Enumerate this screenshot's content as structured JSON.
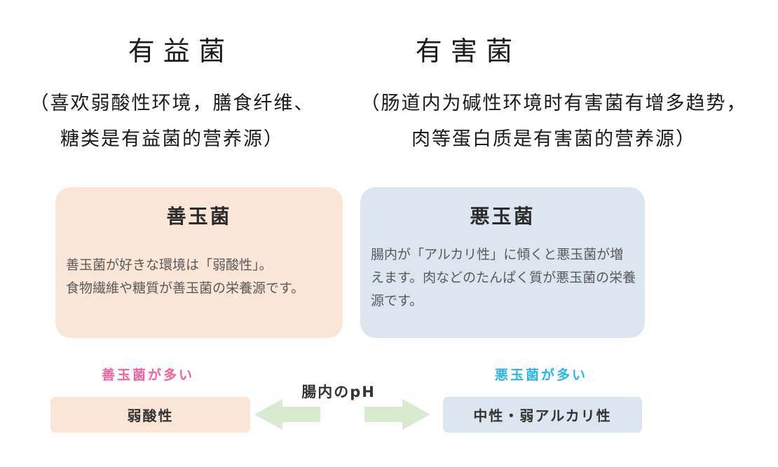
{
  "colors": {
    "peach": "#fbe5d6",
    "blue": "#dce6f1",
    "green": "#d9ebcf",
    "pink-text": "#f0639f",
    "blue-text": "#2fb4e9",
    "title-text": "#2b2b2b",
    "body-text": "#595959",
    "dark-text": "#333333"
  },
  "top_section": {
    "beneficial": {
      "title": "有益菌",
      "desc_line1": "（喜欢弱酸性环境，膳食纤维、",
      "desc_line2": "糖类是有益菌的营养源）"
    },
    "harmful": {
      "title": "有害菌",
      "desc_line1": "（肠道内为碱性环境时有害菌有增多趋势，",
      "desc_line2": "肉等蛋白质是有害菌的营养源）"
    }
  },
  "cards": {
    "good_bacteria": {
      "title": "善玉菌",
      "body_line1": "善玉菌が好きな環境は「弱酸性」。",
      "body_line2": "食物繊維や糖質が善玉菌の栄養源です。"
    },
    "bad_bacteria": {
      "title": "悪玉菌",
      "body": "腸内が「アルカリ性」に傾くと悪玉菌が増えます。肉などのたんぱく質が悪玉菌の栄養源です。"
    }
  },
  "ph_scale": {
    "left_label": "善玉菌が多い",
    "left_box": "弱酸性",
    "center_label": "腸内のpH",
    "right_label": "悪玉菌が多い",
    "right_box": "中性・弱アルカリ性"
  }
}
